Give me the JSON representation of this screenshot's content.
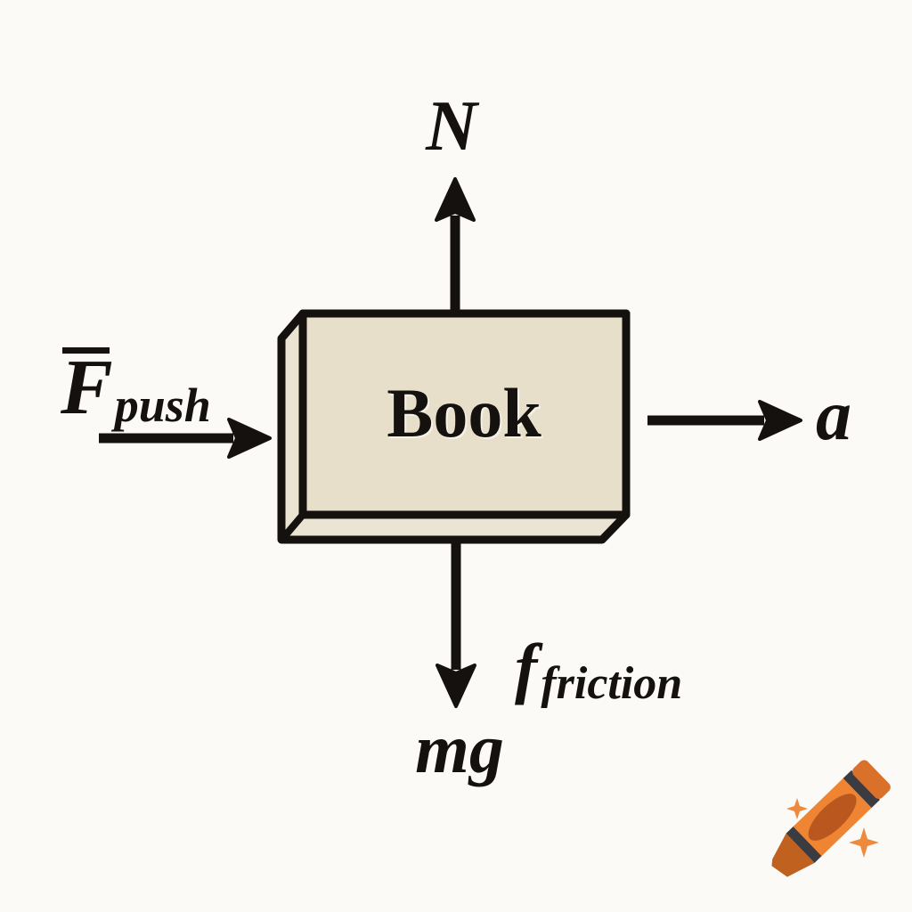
{
  "canvas": {
    "background_color": "#fbfaf6",
    "ink_color": "#14110f"
  },
  "diagram": {
    "type": "free-body-diagram",
    "object": {
      "label": "Book",
      "fill": "#e8dfca",
      "side_fill": "#ece4d3"
    },
    "forces": {
      "normal": {
        "label": "N",
        "direction": "up"
      },
      "push": {
        "label": "F",
        "subscript": "push",
        "notation": "overbar",
        "direction": "right"
      },
      "acceleration": {
        "label": "a",
        "direction": "right"
      },
      "weight": {
        "label": "mg",
        "direction": "down"
      },
      "friction": {
        "label": "f",
        "subscript": "friction"
      }
    }
  },
  "watermark": {
    "icon": "crayon-with-sparkles",
    "body_color": "#ef8432",
    "tip_color": "#c0611f",
    "cap_color": "#d9712a",
    "stripe_color": "#3b3b42",
    "oval_color": "#b9571e",
    "sparkle_color": "#ed8a3e"
  }
}
